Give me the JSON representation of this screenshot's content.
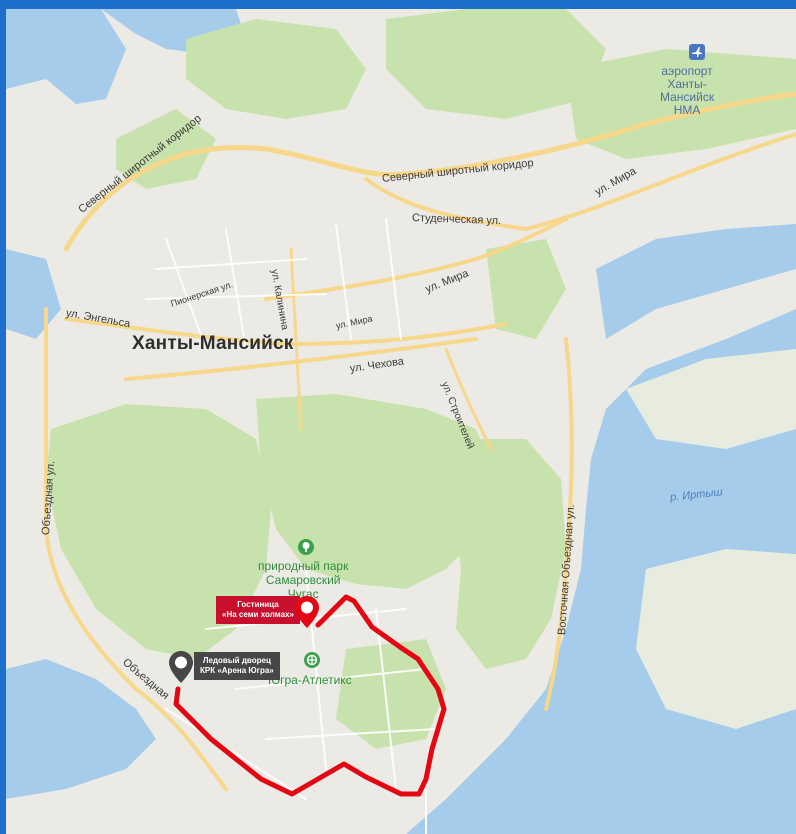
{
  "map": {
    "city_label": "Ханты-Мансийск",
    "streets": [
      "Северный широтный коридор",
      "Северный широтный коридор",
      "Студенческая ул.",
      "ул. Мира",
      "ул. Мира",
      "ул. Мира",
      "Пионерская ул.",
      "ул. Калинина",
      "ул. Энгельса",
      "ул. Чехова",
      "ул. Строителей",
      "Объездная ул.",
      "Восточная Объездная ул.",
      "Объездная"
    ],
    "river_label": "р. Иртыш",
    "airport": {
      "line1": "аэропорт",
      "line2": "Ханты-",
      "line3": "Мансийск",
      "line4": "HMA"
    },
    "park": {
      "line1": "природный парк",
      "line2": "Самаровский",
      "line3": "Чугас"
    },
    "sports": "Югра-Атлетикс",
    "hotel": {
      "line1": "Гостиница",
      "line2": "«На семи холмах»"
    },
    "arena": {
      "line1": "Ледовый дворец",
      "line2": "КРК «Арена Югра»"
    },
    "colors": {
      "route": "#e30613",
      "hotel_tag": "#c8102e",
      "arena_tag": "#474747",
      "water": "#a6ccec",
      "forest": "#c8e2ad",
      "road": "#f7d78a"
    }
  }
}
